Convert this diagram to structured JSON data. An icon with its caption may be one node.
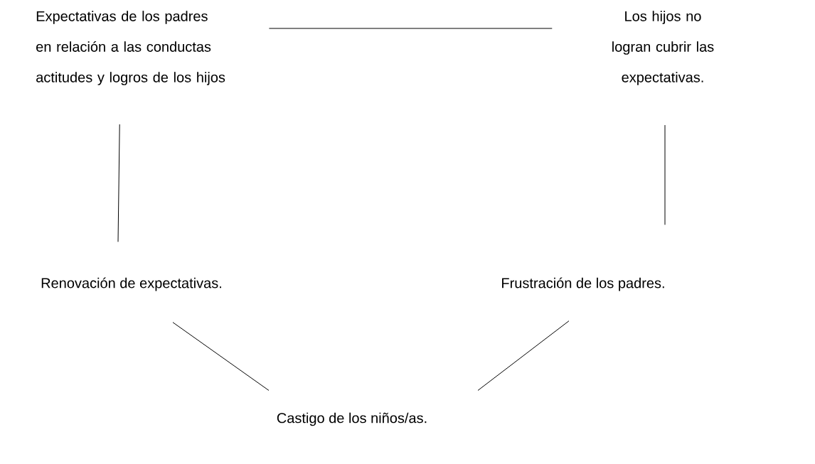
{
  "diagram": {
    "nodes": [
      {
        "text": [
          "Expectativas de los padres en relación a las conductas actitudes y logros de los hijos"
        ]
      },
      {
        "text": [
          "Los hijos no logran cubrir las expectativas."
        ]
      },
      {
        "text": [
          "Frustración de los padres."
        ]
      },
      {
        "text": [
          "Renovación de expectativas."
        ]
      },
      {
        "text": [
          "Castigo de los niños/as."
        ]
      }
    ],
    "edges": [
      {
        "from": 0,
        "to": 1,
        "arrow": "none"
      },
      {
        "from": 1,
        "to": 2,
        "arrow": "none"
      },
      {
        "from": 2,
        "to": 4,
        "arrow": "none"
      },
      {
        "from": 4,
        "to": 3,
        "arrow": "none"
      },
      {
        "from": 3,
        "to": 0,
        "arrow": "none"
      }
    ]
  }
}
